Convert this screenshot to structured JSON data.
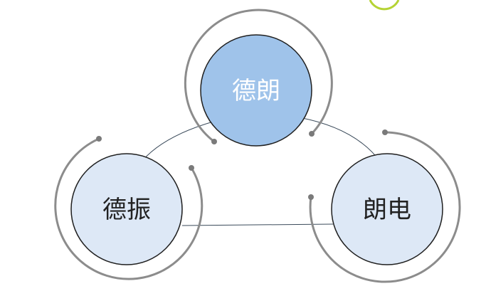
{
  "nodes": {
    "top": {
      "label": "德朗",
      "fill": "#9fc3ea",
      "text_color": "#ffffff"
    },
    "left": {
      "label": "德振",
      "fill": "#dde8f6",
      "text_color": "#222222"
    },
    "right": {
      "label": "朗电",
      "fill": "#dde8f6",
      "text_color": "#222222"
    }
  },
  "colors": {
    "node_stroke": "#1f1f1f",
    "orbit_stroke": "#8c8c8c",
    "connector": "#3a4a5a",
    "accent_partial": "#b5d334"
  }
}
